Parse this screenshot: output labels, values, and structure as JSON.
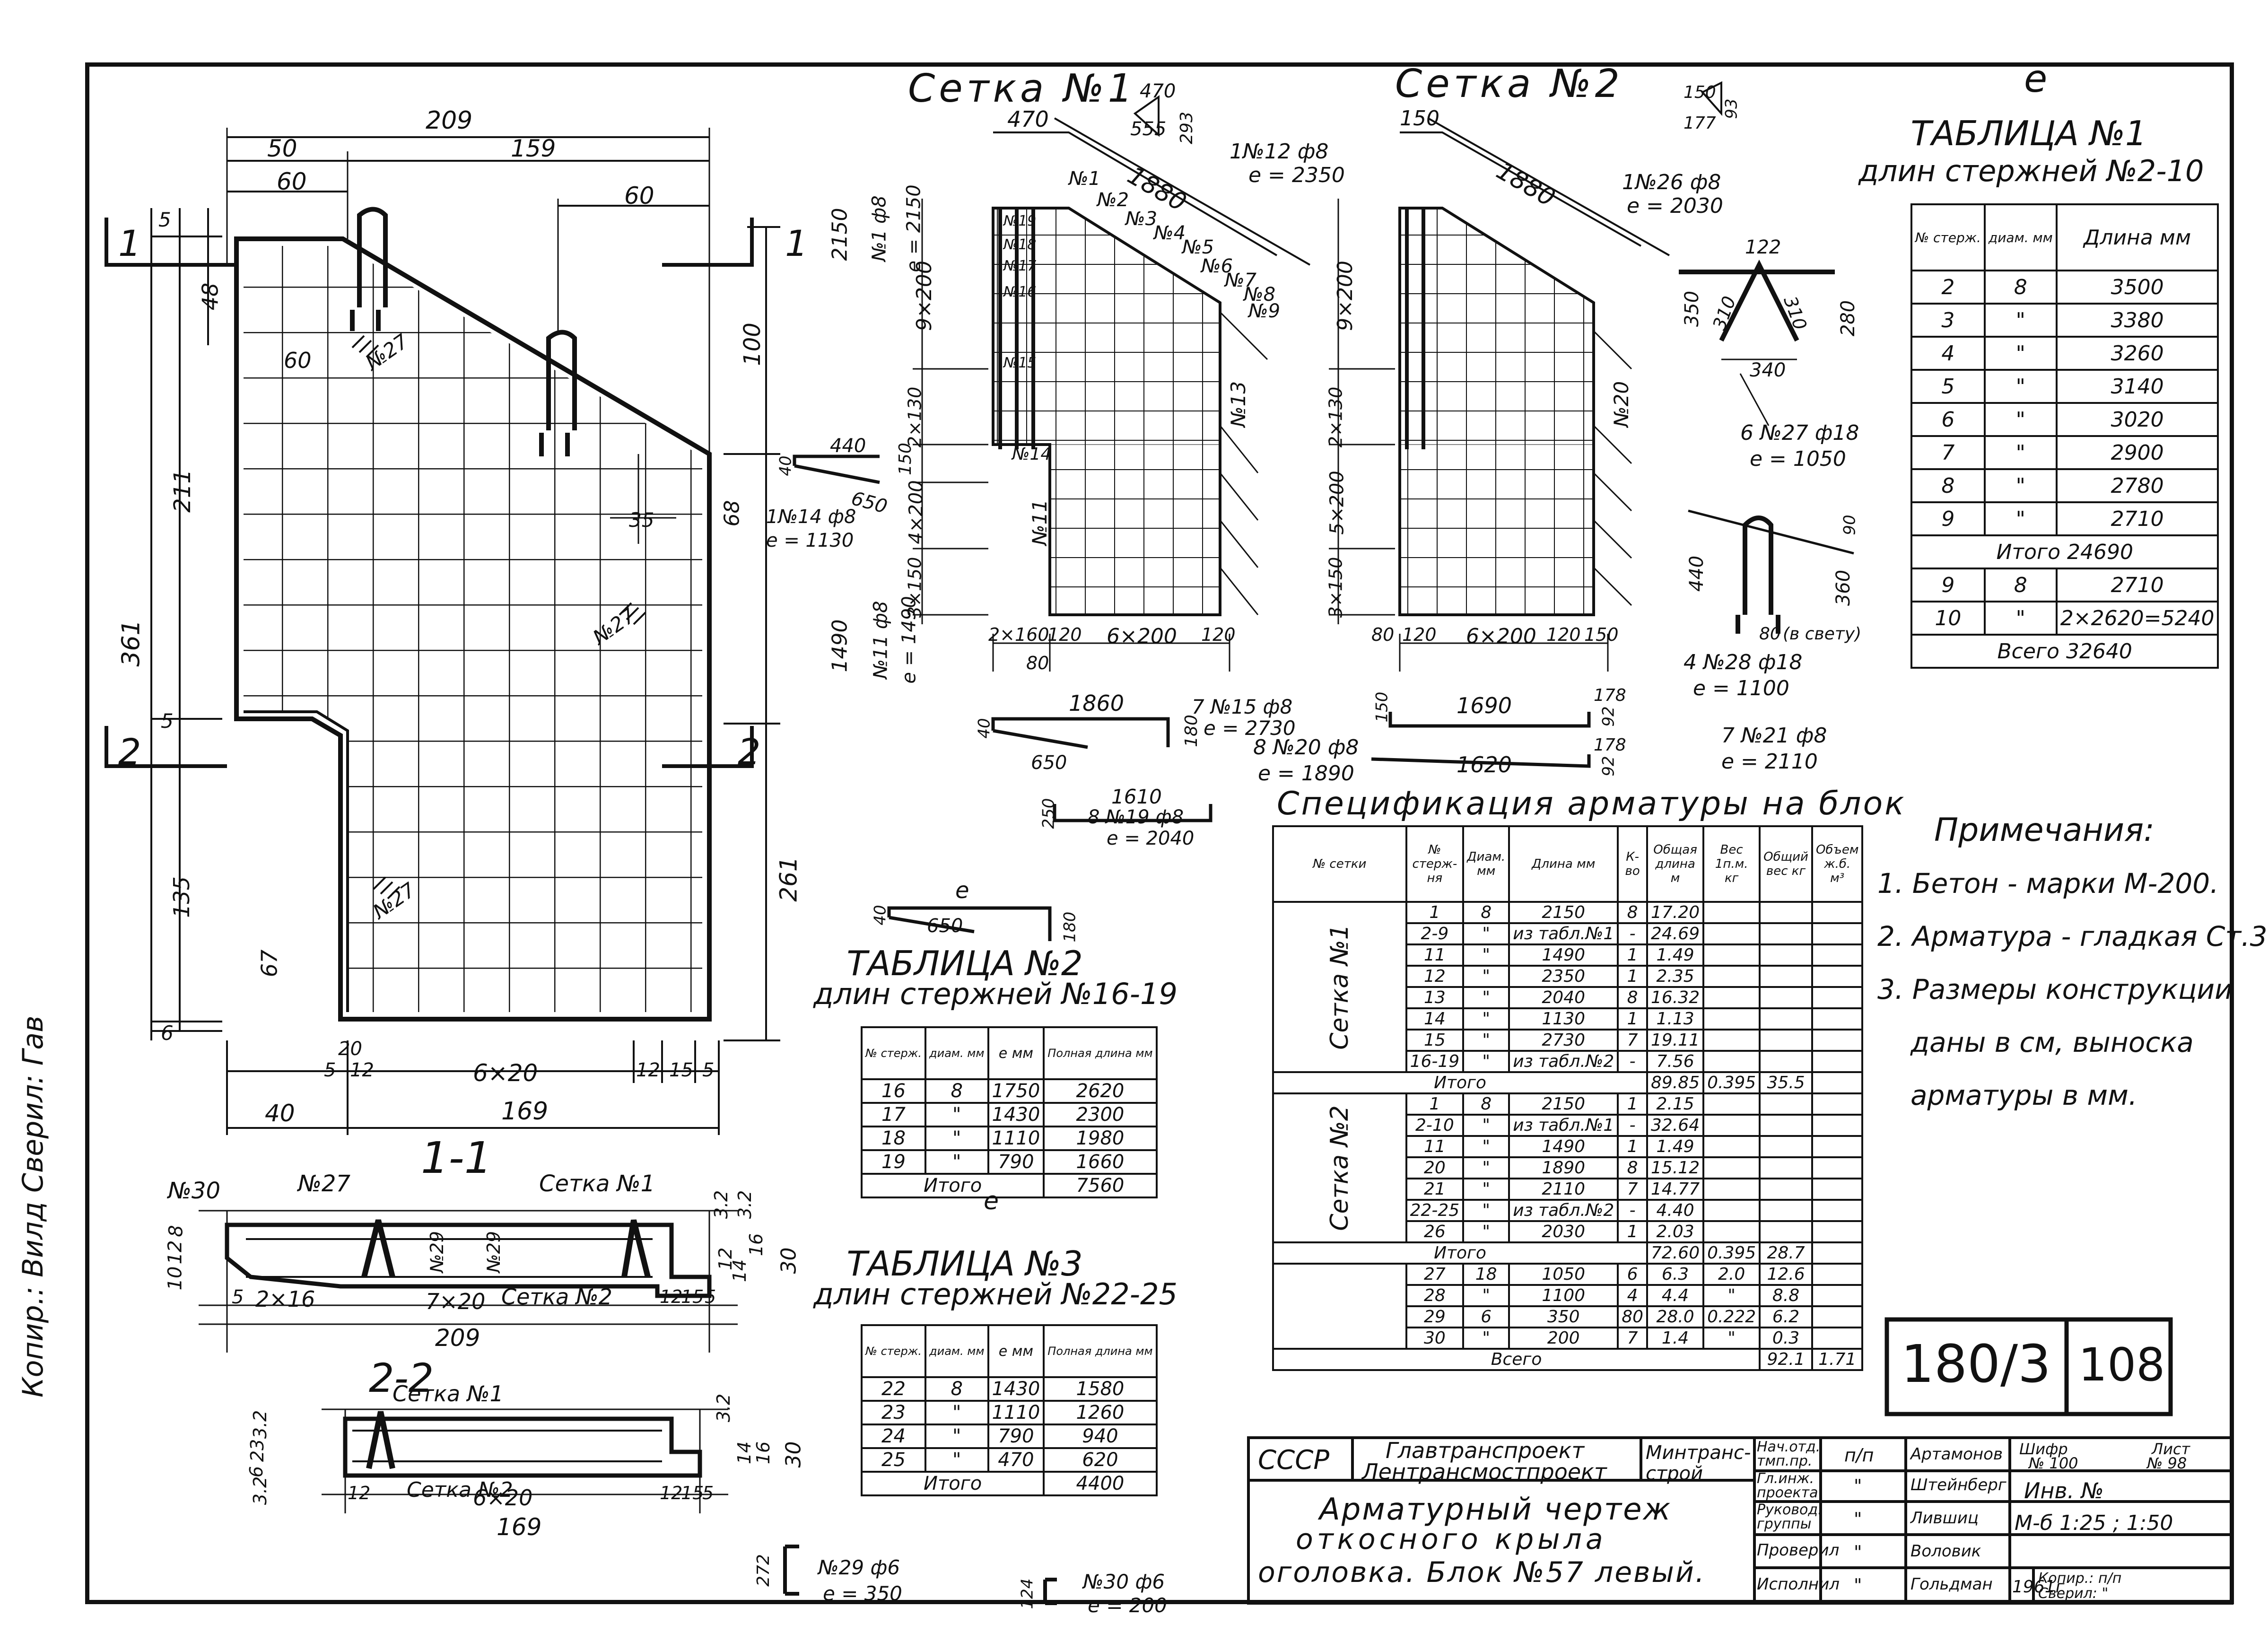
{
  "marginal": {
    "text": "Копир.: Вилд  Сверил: Гав"
  },
  "corner_letter": "е",
  "mesh1": {
    "title": "Сетка №1",
    "bars": [
      "№1",
      "№2",
      "№3",
      "№4",
      "№5",
      "№6",
      "№7",
      "№8",
      "№9",
      "№11",
      "№13",
      "№14",
      "№15",
      "№16",
      "№17",
      "№18",
      "№19"
    ],
    "callout": "1№12 ф8",
    "callout_l": "е = 2350",
    "top_dim": "470",
    "diag_dim": "1880",
    "hook_dims": [
      "470",
      "555",
      "293"
    ],
    "left_dims": [
      "2150",
      "9×200",
      "2×130",
      "150",
      "4×200",
      "3×150",
      "1490"
    ],
    "side_note1": "№1 ф8",
    "side_note1_l": "е = 2150",
    "side_note2": "№11 ф8",
    "side_note2_l": "е = 1490",
    "bottom_dims": [
      "2×160",
      "120",
      "6×200",
      "120",
      "80"
    ]
  },
  "mesh2": {
    "title": "Сетка №2",
    "callout": "1№26 ф8",
    "callout_l": "е = 2030",
    "top_dim": "150",
    "diag_dim": "1880",
    "hook_dims": [
      "150",
      "177",
      "93"
    ],
    "left_dims": [
      "9×200",
      "2×130",
      "5×200",
      "3×150"
    ],
    "bottom_dims": [
      "80",
      "120",
      "6×200",
      "120",
      "150"
    ],
    "side_label": "№20"
  },
  "detail_27": {
    "dims": [
      "122",
      "310",
      "310",
      "350",
      "280",
      "340"
    ],
    "label": "6 №27 ф18",
    "l": "е = 1050"
  },
  "detail_28": {
    "dims": [
      "440",
      "360",
      "80",
      "(в свету)",
      "90"
    ],
    "label": "4 №28 ф18",
    "l": "е = 1100"
  },
  "detail_14": {
    "dims": [
      "440",
      "650",
      "40"
    ],
    "label": "1№14 ф8",
    "l": "е = 1130"
  },
  "detail_15": {
    "dims": [
      "1860",
      "650",
      "40",
      "180"
    ],
    "label": "7 №15 ф8",
    "l": "е = 2730"
  },
  "detail_21": {
    "dims": [
      "1690",
      "150",
      "178",
      "92"
    ],
    "label": "7 №21 ф8",
    "l": "е = 2110"
  },
  "detail_20": {
    "dims": [
      "1620",
      "178",
      "92"
    ],
    "label": "8 №20 ф8",
    "l": "е = 1890"
  },
  "detail_19": {
    "dims": [
      "1610",
      "250"
    ],
    "label": "8 №19 ф8",
    "l": "е = 2040"
  },
  "detail_650": {
    "dims": [
      "40",
      "650",
      "180",
      "е"
    ]
  },
  "detail_29": {
    "dim": "272",
    "label": "№29 ф6",
    "l": "е = 350"
  },
  "detail_30": {
    "dim": "124",
    "label": "№30 ф6",
    "l": "е = 200"
  },
  "plan": {
    "top_dims": [
      "209",
      "50",
      "159",
      "60",
      "60"
    ],
    "left_dims": [
      "5",
      "48",
      "211",
      "361",
      "5",
      "135",
      "67",
      "6"
    ],
    "right_dims": [
      "100",
      "68",
      "35",
      "261"
    ],
    "bottom_dims": [
      "20",
      "5",
      "12",
      "6×20",
      "12",
      "15",
      "5",
      "40",
      "169"
    ],
    "inner_labels": [
      "60",
      "№27",
      "№27",
      "№27"
    ],
    "section_marks": [
      "1",
      "1",
      "2",
      "2"
    ]
  },
  "section11": {
    "title": "1-1",
    "labels": [
      "№30",
      "№27",
      "Сетка №1",
      "№29",
      "№29",
      "Сетка №2"
    ],
    "left_dims": [
      "10",
      "12",
      "8"
    ],
    "right_dims": [
      "3.2",
      "3.2",
      "12",
      "14",
      "16",
      "30"
    ],
    "bottom_dims": [
      "5",
      "2×16",
      "7×20",
      "12",
      "15",
      "5",
      "209"
    ]
  },
  "section22": {
    "title": "2-2",
    "labels": [
      "Сетка №1",
      "Сетка №2"
    ],
    "left_dims": [
      "3.2",
      "23",
      "6",
      "3.2"
    ],
    "right_dims": [
      "3.2",
      "14",
      "16",
      "30"
    ],
    "bottom_dims": [
      "12",
      "6×20",
      "12",
      "15",
      "5",
      "169"
    ]
  },
  "table1": {
    "title": "ТАБЛИЦА №1",
    "subtitle": "длин стержней №2-10",
    "head": [
      "№ стерж.",
      "диам. мм",
      "Длина мм"
    ],
    "rows": [
      [
        "2",
        "8",
        "3500"
      ],
      [
        "3",
        "\"",
        "3380"
      ],
      [
        "4",
        "\"",
        "3260"
      ],
      [
        "5",
        "\"",
        "3140"
      ],
      [
        "6",
        "\"",
        "3020"
      ],
      [
        "7",
        "\"",
        "2900"
      ],
      [
        "8",
        "\"",
        "2780"
      ],
      [
        "9",
        "\"",
        "2710"
      ]
    ],
    "total1": "Итого 24690",
    "rows2": [
      [
        "9",
        "8",
        "2710"
      ],
      [
        "10",
        "\"",
        "2×2620=5240"
      ]
    ],
    "total2": "Всего 32640"
  },
  "table2": {
    "title": "ТАБЛИЦА №2",
    "subtitle": "длин стержней №16-19",
    "head": [
      "№ стерж.",
      "диам. мм",
      "е мм",
      "Полная длина мм"
    ],
    "rows": [
      [
        "16",
        "8",
        "1750",
        "2620"
      ],
      [
        "17",
        "\"",
        "1430",
        "2300"
      ],
      [
        "18",
        "\"",
        "1110",
        "1980"
      ],
      [
        "19",
        "\"",
        "790",
        "1660"
      ]
    ],
    "total_label": "Итого",
    "total": "7560"
  },
  "table3": {
    "title": "ТАБЛИЦА №3",
    "subtitle": "длин стержней №22-25",
    "head": [
      "№ стерж.",
      "диам. мм",
      "е мм",
      "Полная длина мм"
    ],
    "rows": [
      [
        "22",
        "8",
        "1430",
        "1580"
      ],
      [
        "23",
        "\"",
        "1110",
        "1260"
      ],
      [
        "24",
        "\"",
        "790",
        "940"
      ],
      [
        "25",
        "\"",
        "470",
        "620"
      ]
    ],
    "total_label": "Итого",
    "total": "4400"
  },
  "spec": {
    "title": "Спецификация арматуры на блок",
    "head": [
      "№ сетки",
      "№ стерж-ня",
      "Диам. мм",
      "Длина мм",
      "К-во",
      "Общая длина м",
      "Вес 1п.м. кг",
      "Общий вес кг",
      "Объем ж.б. м³"
    ],
    "group1": "Сетка №1",
    "rows1": [
      [
        "1",
        "8",
        "2150",
        "8",
        "17.20"
      ],
      [
        "2-9",
        "\"",
        "из табл.№1",
        "-",
        "24.69"
      ],
      [
        "11",
        "\"",
        "1490",
        "1",
        "1.49"
      ],
      [
        "12",
        "\"",
        "2350",
        "1",
        "2.35"
      ],
      [
        "13",
        "\"",
        "2040",
        "8",
        "16.32"
      ],
      [
        "14",
        "\"",
        "1130",
        "1",
        "1.13"
      ],
      [
        "15",
        "\"",
        "2730",
        "7",
        "19.11"
      ],
      [
        "16-19",
        "\"",
        "из табл.№2",
        "-",
        "7.56"
      ]
    ],
    "total1": [
      "Итого",
      "89.85",
      "0.395",
      "35.5"
    ],
    "group2": "Сетка №2",
    "rows2": [
      [
        "1",
        "8",
        "2150",
        "1",
        "2.15"
      ],
      [
        "2-10",
        "\"",
        "из табл.№1",
        "-",
        "32.64"
      ],
      [
        "11",
        "\"",
        "1490",
        "1",
        "1.49"
      ],
      [
        "20",
        "\"",
        "1890",
        "8",
        "15.12"
      ],
      [
        "21",
        "\"",
        "2110",
        "7",
        "14.77"
      ],
      [
        "22-25",
        "\"",
        "из табл.№2",
        "-",
        "4.40"
      ],
      [
        "26",
        "\"",
        "2030",
        "1",
        "2.03"
      ]
    ],
    "total2": [
      "Итого",
      "72.60",
      "0.395",
      "28.7"
    ],
    "rows3": [
      [
        "27",
        "18",
        "1050",
        "6",
        "6.3",
        "2.0",
        "12.6"
      ],
      [
        "28",
        "\"",
        "1100",
        "4",
        "4.4",
        "\"",
        "8.8"
      ],
      [
        "29",
        "6",
        "350",
        "80",
        "28.0",
        "0.222",
        "6.2"
      ],
      [
        "30",
        "\"",
        "200",
        "7",
        "1.4",
        "\"",
        "0.3"
      ]
    ],
    "total3": [
      "Всего",
      "92.1",
      "1.71"
    ]
  },
  "notes": {
    "title": "Примечания:",
    "items": [
      "1. Бетон - марки М-200.",
      "2. Арматура - гладкая Ст.3",
      "3. Размеры конструкции",
      "даны в см, выноска",
      "арматуры в мм."
    ]
  },
  "stamp": {
    "code": "180/3",
    "num": "108"
  },
  "titleblock": {
    "org1": "СССР",
    "org2": "Главтранспроект",
    "org3": "Лентрансмостпроект",
    "org4": "Минтранс-строй",
    "title_lines": [
      "Арматурный чертеж",
      "откосного крыла",
      "оголовка. Блок №57 левый."
    ],
    "roles": [
      "Нач.отд. тмп.пр.",
      "Гл.инж. проекта",
      "Руковод. группы",
      "Проверил",
      "Исполнил"
    ],
    "pp": [
      "п/п",
      "\"",
      "\"",
      "\"",
      "\""
    ],
    "names": [
      "Артамонов",
      "Штейнберг",
      "Лившиц",
      "Воловик",
      "Гольдман"
    ],
    "shifr_label": "Шифр",
    "shifr": "№ 100",
    "list_label": "Лист",
    "list": "№ 98",
    "inv": "Инв. №",
    "scale": "М-б 1:25 ; 1:50",
    "year": "1961г",
    "kopir": "Копир.: п/п",
    "sveril": "Сверил: \""
  }
}
